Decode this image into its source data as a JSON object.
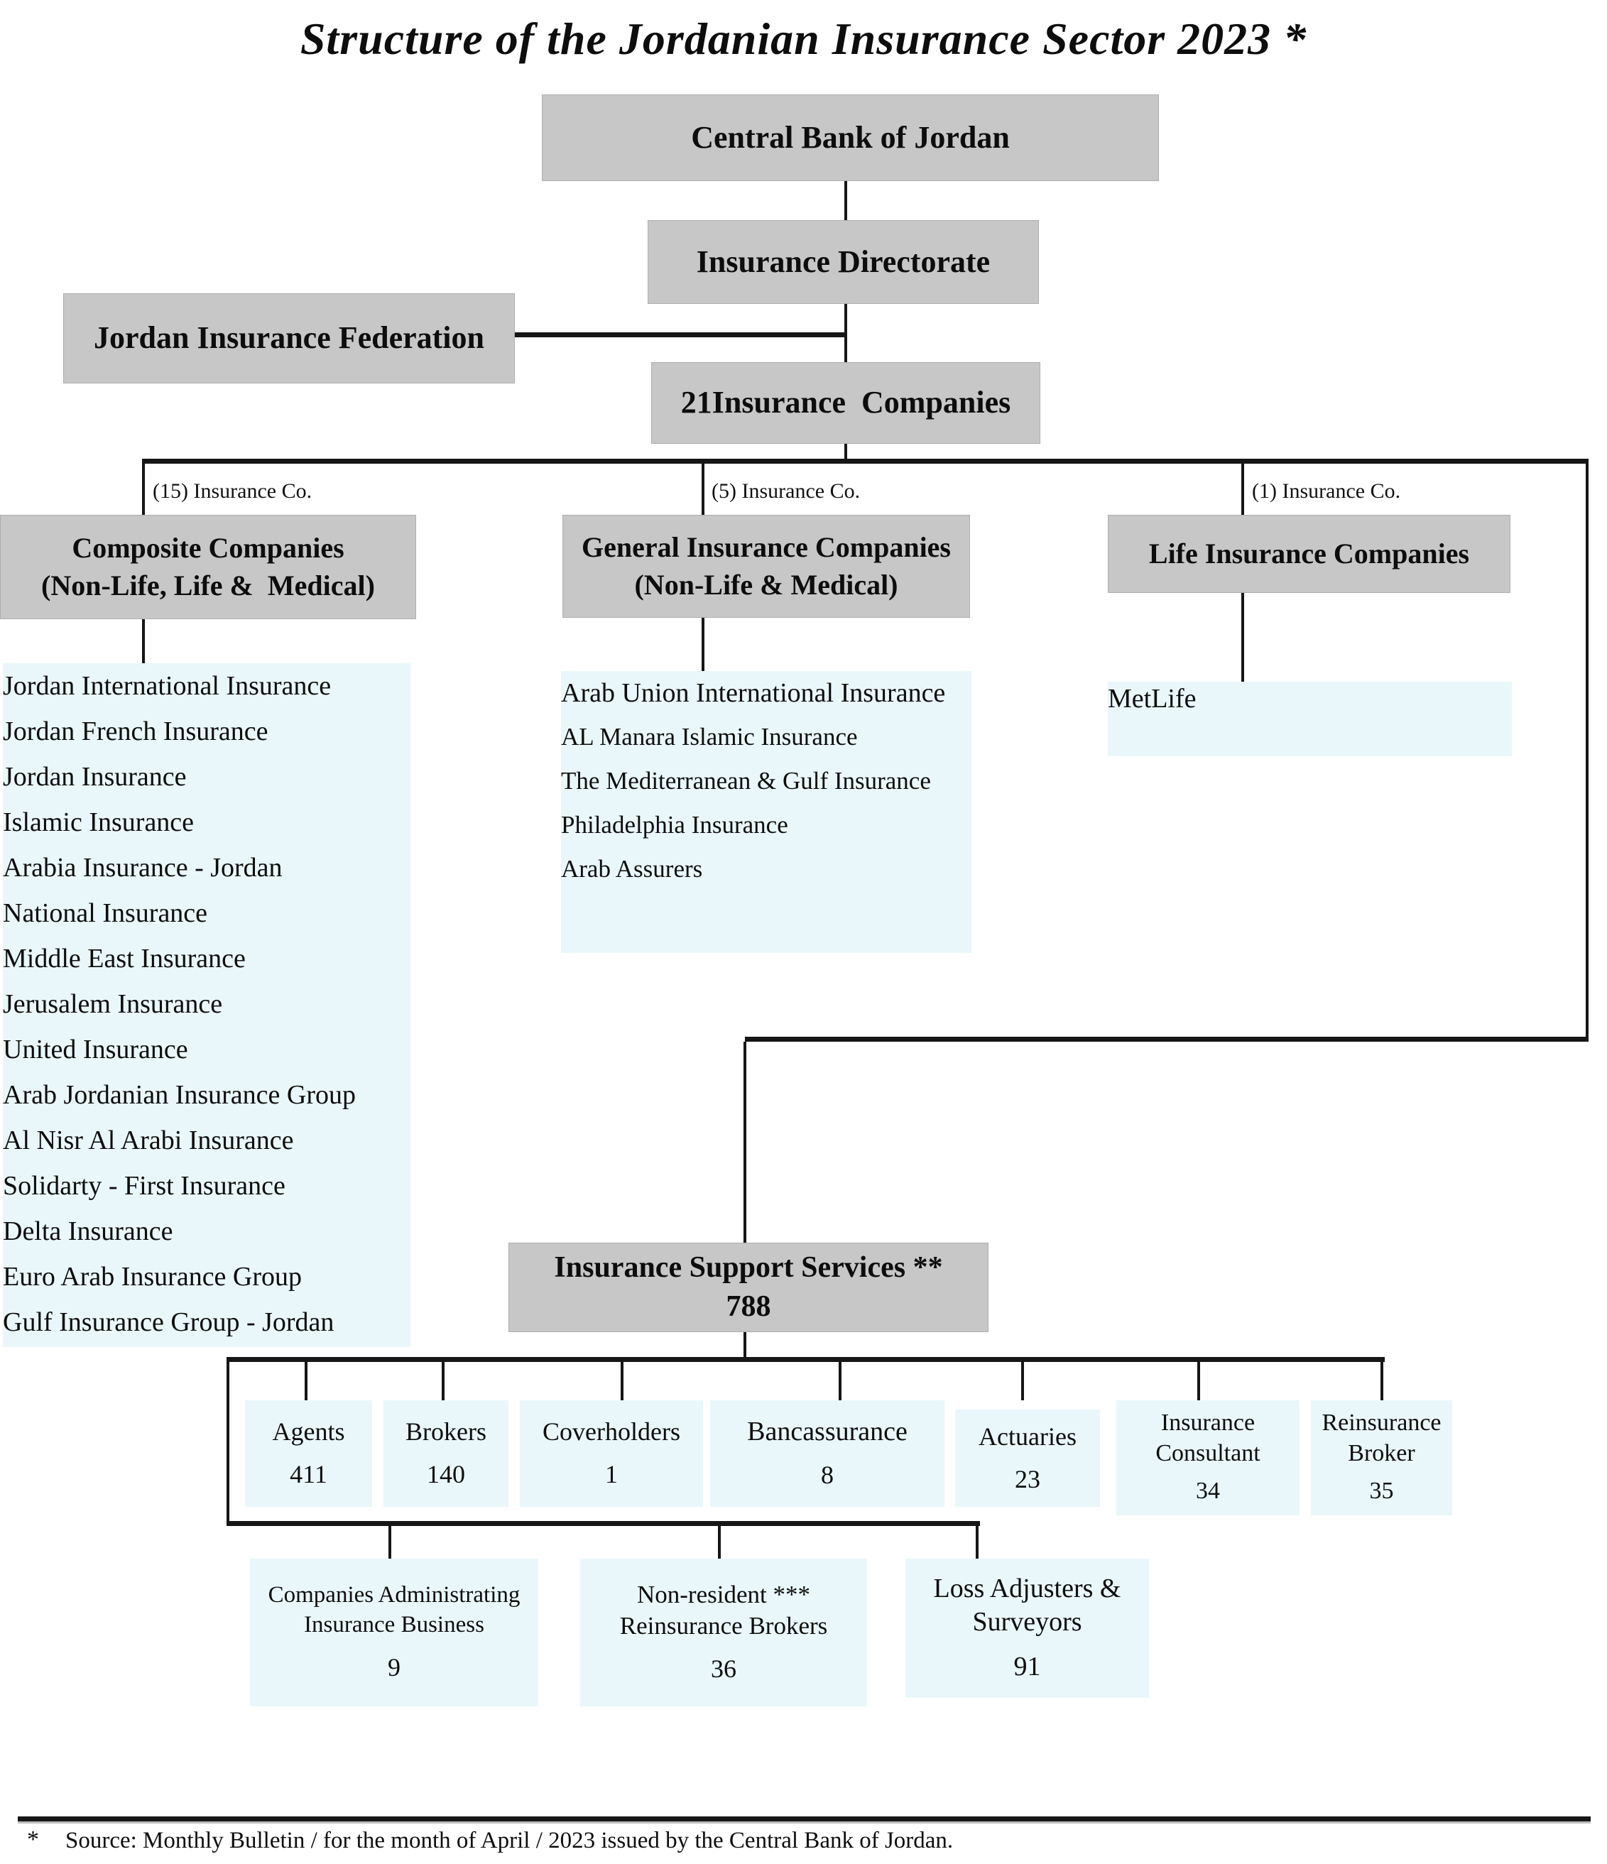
{
  "title": "Structure of the Jordanian Insurance Sector 2023 *",
  "colors": {
    "node_gray": "#c7c7c7",
    "list_blue": "#e9f7fa",
    "line": "#161616"
  },
  "top_nodes": {
    "central_bank": "Central Bank of Jordan",
    "directorate": "Insurance Directorate",
    "federation": "Jordan Insurance Federation",
    "companies_total": "21Insurance  Companies"
  },
  "branches": [
    {
      "count_label": "(15) Insurance Co.",
      "header_line1": "Composite Companies",
      "header_line2": "(Non-Life, Life &  Medical)",
      "companies": [
        "Jordan International Insurance",
        "Jordan French Insurance",
        "Jordan Insurance",
        "Islamic Insurance",
        "Arabia Insurance - Jordan",
        "National Insurance",
        "Middle East Insurance",
        "Jerusalem Insurance",
        "United Insurance",
        "Arab Jordanian Insurance Group",
        "Al Nisr Al Arabi Insurance",
        "Solidarty - First Insurance",
        "Delta Insurance",
        "Euro Arab Insurance Group",
        "Gulf Insurance Group - Jordan"
      ]
    },
    {
      "count_label": "(5) Insurance Co.",
      "header_line1": "General Insurance Companies",
      "header_line2": "(Non-Life & Medical)",
      "companies": [
        "Arab Union International Insurance",
        "AL Manara Islamic Insurance",
        "The Mediterranean & Gulf Insurance",
        "Philadelphia Insurance",
        "Arab Assurers"
      ]
    },
    {
      "count_label": "(1) Insurance Co.",
      "header_line1": "Life Insurance Companies",
      "header_line2": "",
      "companies": [
        "MetLife"
      ]
    }
  ],
  "support": {
    "title": "Insurance Support Services **",
    "total": "788",
    "row1": [
      {
        "label": "Agents",
        "value": "411"
      },
      {
        "label": "Brokers",
        "value": "140"
      },
      {
        "label": "Coverholders",
        "value": "1"
      },
      {
        "label": "Bancassurance",
        "value": "8"
      },
      {
        "label": "Actuaries",
        "value": "23"
      },
      {
        "label": "Insurance Consultant",
        "value": "34"
      },
      {
        "label": "Reinsurance Broker",
        "value": "35"
      }
    ],
    "row2": [
      {
        "label": "Companies Administrating Insurance Business",
        "value": "9"
      },
      {
        "label": "Non-resident *** Reinsurance Brokers",
        "value": "36"
      },
      {
        "label": "Loss Adjusters & Surveyors",
        "value": "91"
      }
    ]
  },
  "footer": {
    "marker": "*",
    "text": "Source: Monthly Bulletin / for the month of April / 2023 issued by the Central Bank of Jordan."
  }
}
